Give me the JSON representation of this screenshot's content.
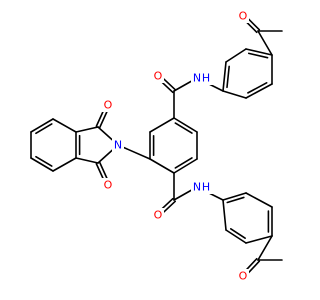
{
  "molecule": {
    "colors": {
      "bond": "#000000",
      "carbon": "#000000",
      "oxygen": "#ff0000",
      "nitrogen": "#0000ff",
      "background": "#ffffff"
    },
    "atoms": [
      {
        "id": "o_phth_top",
        "element": "O",
        "label": "O"
      },
      {
        "id": "o_phth_bottom",
        "element": "O",
        "label": "O"
      },
      {
        "id": "n_phth",
        "element": "N",
        "label": "N"
      },
      {
        "id": "o_amide_top",
        "element": "O",
        "label": "O"
      },
      {
        "id": "nh_amide_top",
        "element": "N",
        "label": "N",
        "hydrogen": "H"
      },
      {
        "id": "o_amide_bottom",
        "element": "O",
        "label": "O"
      },
      {
        "id": "nh_amide_bottom",
        "element": "N",
        "label": "N",
        "hydrogen": "H"
      },
      {
        "id": "o_acetyl_top",
        "element": "O",
        "label": "O"
      },
      {
        "id": "o_acetyl_bottom",
        "element": "O",
        "label": "O"
      }
    ]
  }
}
